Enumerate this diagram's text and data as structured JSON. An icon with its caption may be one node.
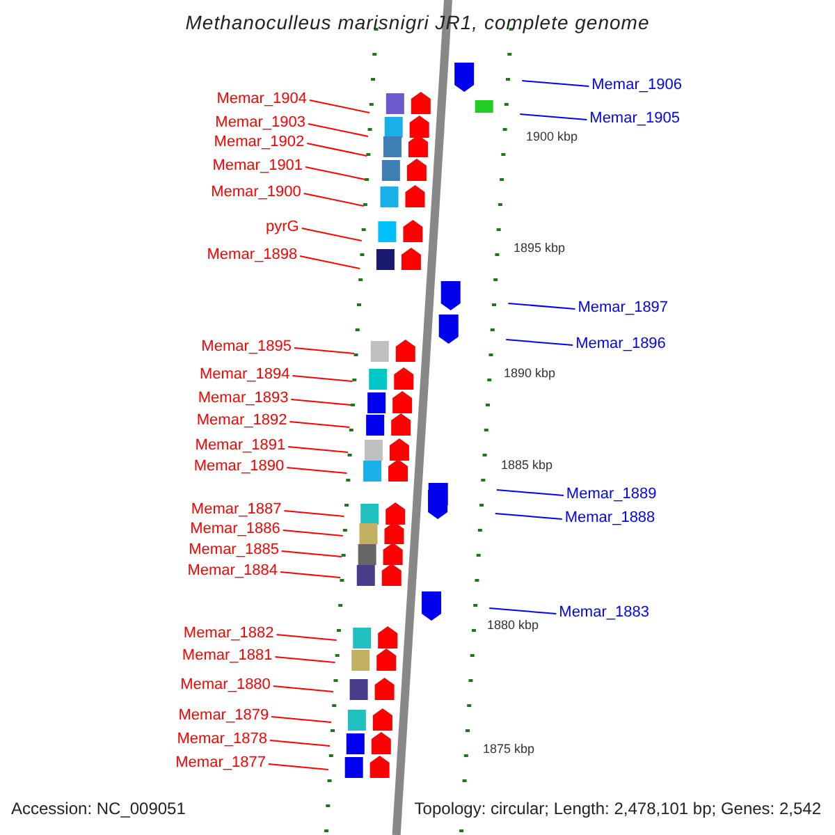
{
  "diagram": {
    "title": "Methanoculleus marisnigri JR1, complete genome",
    "nodes": [
      {
        "text": [
          "Memar_1906"
        ]
      },
      {
        "text": [
          "Memar_1904"
        ]
      },
      {
        "text": [
          "Memar_1905"
        ]
      },
      {
        "text": [
          "Memar_1903"
        ]
      },
      {
        "text": [
          "Memar_1902"
        ]
      },
      {
        "text": [
          "Memar_1901"
        ]
      },
      {
        "text": [
          "Memar_1900"
        ]
      },
      {
        "text": [
          "pyrG"
        ]
      },
      {
        "text": [
          "Memar_1898"
        ]
      },
      {
        "text": [
          "Memar_1897"
        ]
      },
      {
        "text": [
          "Memar_1896"
        ]
      },
      {
        "text": [
          "Memar_1895"
        ]
      },
      {
        "text": [
          "Memar_1894"
        ]
      },
      {
        "text": [
          "Memar_1893"
        ]
      },
      {
        "text": [
          "Memar_1892"
        ]
      },
      {
        "text": [
          "Memar_1891"
        ]
      },
      {
        "text": [
          "Memar_1890"
        ]
      },
      {
        "text": [
          "Memar_1889"
        ]
      },
      {
        "text": [
          "Memar_1887"
        ]
      },
      {
        "text": [
          "Memar_1888"
        ]
      },
      {
        "text": [
          "Memar_1886"
        ]
      },
      {
        "text": [
          "Memar_1885"
        ]
      },
      {
        "text": [
          "Memar_1884"
        ]
      },
      {
        "text": [
          "Memar_1883"
        ]
      },
      {
        "text": [
          "Memar_1882"
        ]
      },
      {
        "text": [
          "Memar_1881"
        ]
      },
      {
        "text": [
          "Memar_1880"
        ]
      },
      {
        "text": [
          "Memar_1879"
        ]
      },
      {
        "text": [
          "Memar_1878"
        ]
      },
      {
        "text": [
          "Memar_1877"
        ]
      }
    ],
    "edges": [
      {
        "from": 0,
        "to": null,
        "arrow": "none",
        "color": "#0000ff"
      },
      {
        "from": 1,
        "to": null,
        "arrow": "none"
      },
      {
        "from": 2,
        "to": null,
        "arrow": "none",
        "color": "#0000ff"
      },
      {
        "from": 3,
        "to": null,
        "arrow": "none"
      },
      {
        "from": 4,
        "to": null,
        "arrow": "none"
      },
      {
        "from": 5,
        "to": null,
        "arrow": "none"
      },
      {
        "from": 6,
        "to": null,
        "arrow": "none"
      },
      {
        "from": 7,
        "to": null,
        "arrow": "none"
      },
      {
        "from": 8,
        "to": null,
        "arrow": "none"
      },
      {
        "from": 9,
        "to": null,
        "arrow": "none",
        "color": "#0000ff"
      },
      {
        "from": 10,
        "to": null,
        "arrow": "none",
        "color": "#0000ff"
      },
      {
        "from": 11,
        "to": null,
        "arrow": "none"
      },
      {
        "from": 12,
        "to": null,
        "arrow": "none"
      },
      {
        "from": 13,
        "to": null,
        "arrow": "none"
      },
      {
        "from": 14,
        "to": null,
        "arrow": "none"
      },
      {
        "from": 15,
        "to": null,
        "arrow": "none"
      },
      {
        "from": 16,
        "to": null,
        "arrow": "none"
      },
      {
        "from": 17,
        "to": null,
        "arrow": "none",
        "color": "#0000ff"
      },
      {
        "from": 18,
        "to": null,
        "arrow": "none"
      },
      {
        "from": 19,
        "to": null,
        "arrow": "none",
        "color": "#0000ff"
      },
      {
        "from": 20,
        "to": null,
        "arrow": "none"
      },
      {
        "from": 21,
        "to": null,
        "arrow": "none"
      },
      {
        "from": 22,
        "to": null,
        "arrow": "none"
      },
      {
        "from": 23,
        "to": null,
        "arrow": "none",
        "color": "#0000ff"
      },
      {
        "from": 24,
        "to": null,
        "arrow": "none"
      },
      {
        "from": 25,
        "to": null,
        "arrow": "none"
      },
      {
        "from": 26,
        "to": null,
        "arrow": "none"
      },
      {
        "from": 27,
        "to": null,
        "arrow": "none"
      },
      {
        "from": 28,
        "to": null,
        "arrow": "none"
      },
      {
        "from": 29,
        "to": null,
        "arrow": "none"
      }
    ],
    "labels": [
      "1900 kbp",
      "1895 kbp",
      "1890 kbp",
      "1885 kbp",
      "1880 kbp",
      "1875 kbp",
      "Accession: NC_009051",
      "Topology: circular; Length: 2,478,101 bp; Genes: 2,542"
    ]
  }
}
